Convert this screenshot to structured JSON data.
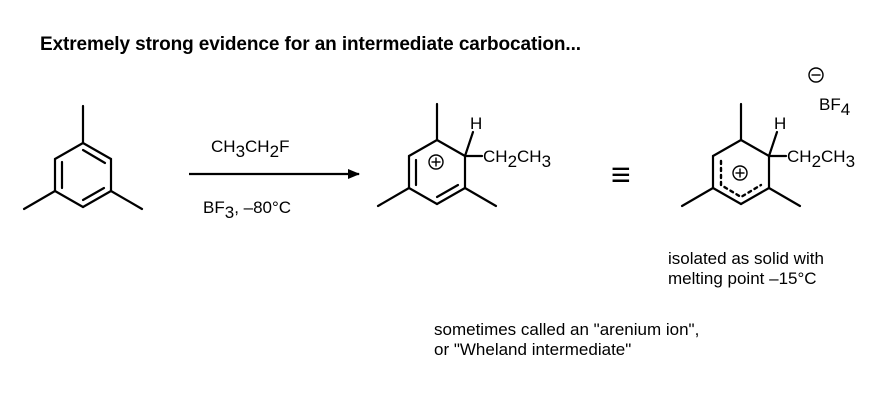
{
  "heading": "Extremely strong evidence for an intermediate carbocation...",
  "reaction": {
    "reagent_above": {
      "main": "CH",
      "sub1": "3",
      "mid": "CH",
      "sub2": "2",
      "tail": "F"
    },
    "reagent_below": {
      "main": "BF",
      "sub": "3",
      "tail": ", –80°C"
    }
  },
  "intermediate": {
    "h_label": "H",
    "substituent": {
      "main": "CH",
      "sub1": "2",
      "mid": "CH",
      "sub2": "3"
    },
    "charge_symbol": "+"
  },
  "equivalence_symbol": "≡",
  "resonance_form": {
    "h_label": "H",
    "substituent": {
      "main": "CH",
      "sub1": "2",
      "mid": "CH",
      "sub2": "3"
    },
    "charge_symbol": "+"
  },
  "counterion": {
    "charge_symbol": "−",
    "main": "BF",
    "sub": "4"
  },
  "notes": {
    "solid_line1": "isolated as solid with",
    "solid_line2": "melting point –15°C",
    "arenium_line1": "sometimes called an \"arenium ion\",",
    "arenium_line2": "or \"Wheland intermediate\""
  }
}
